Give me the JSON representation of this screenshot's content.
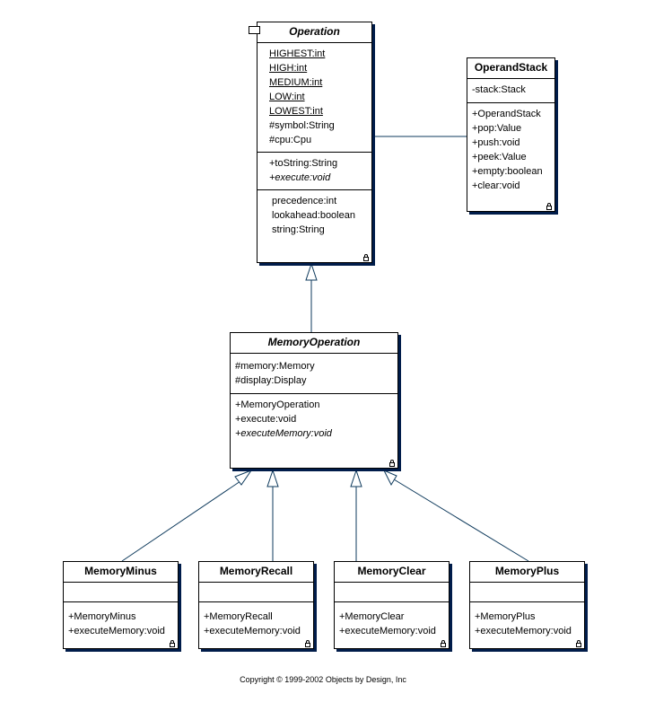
{
  "operation": {
    "title": "Operation",
    "static_attributes": [
      "HIGHEST:int",
      "HIGH:int",
      "MEDIUM:int",
      "LOW:int",
      "LOWEST:int"
    ],
    "attributes": [
      "#symbol:String",
      "#cpu:Cpu"
    ],
    "operations": [
      "+toString:String"
    ],
    "abstract_operations": [
      "+execute:void"
    ],
    "properties": [
      "precedence:int",
      "lookahead:boolean",
      "string:String"
    ]
  },
  "operand_stack": {
    "title": "OperandStack",
    "attributes": [
      "-stack:Stack"
    ],
    "operations": [
      "+OperandStack",
      "+pop:Value",
      "+push:void",
      "+peek:Value",
      "+empty:boolean",
      "+clear:void"
    ]
  },
  "memory_operation": {
    "title": "MemoryOperation",
    "attributes": [
      "#memory:Memory",
      "#display:Display"
    ],
    "operations": [
      "+MemoryOperation",
      "+execute:void"
    ],
    "abstract_operations": [
      "+executeMemory:void"
    ]
  },
  "subclasses": [
    {
      "title": "MemoryMinus",
      "operations": [
        "+MemoryMinus",
        "+executeMemory:void"
      ]
    },
    {
      "title": "MemoryRecall",
      "operations": [
        "+MemoryRecall",
        "+executeMemory:void"
      ]
    },
    {
      "title": "MemoryClear",
      "operations": [
        "+MemoryClear",
        "+executeMemory:void"
      ]
    },
    {
      "title": "MemoryPlus",
      "operations": [
        "+MemoryPlus",
        "+executeMemory:void"
      ]
    }
  ],
  "copyright": "Copyright © 1999-2002 Objects by Design, Inc"
}
